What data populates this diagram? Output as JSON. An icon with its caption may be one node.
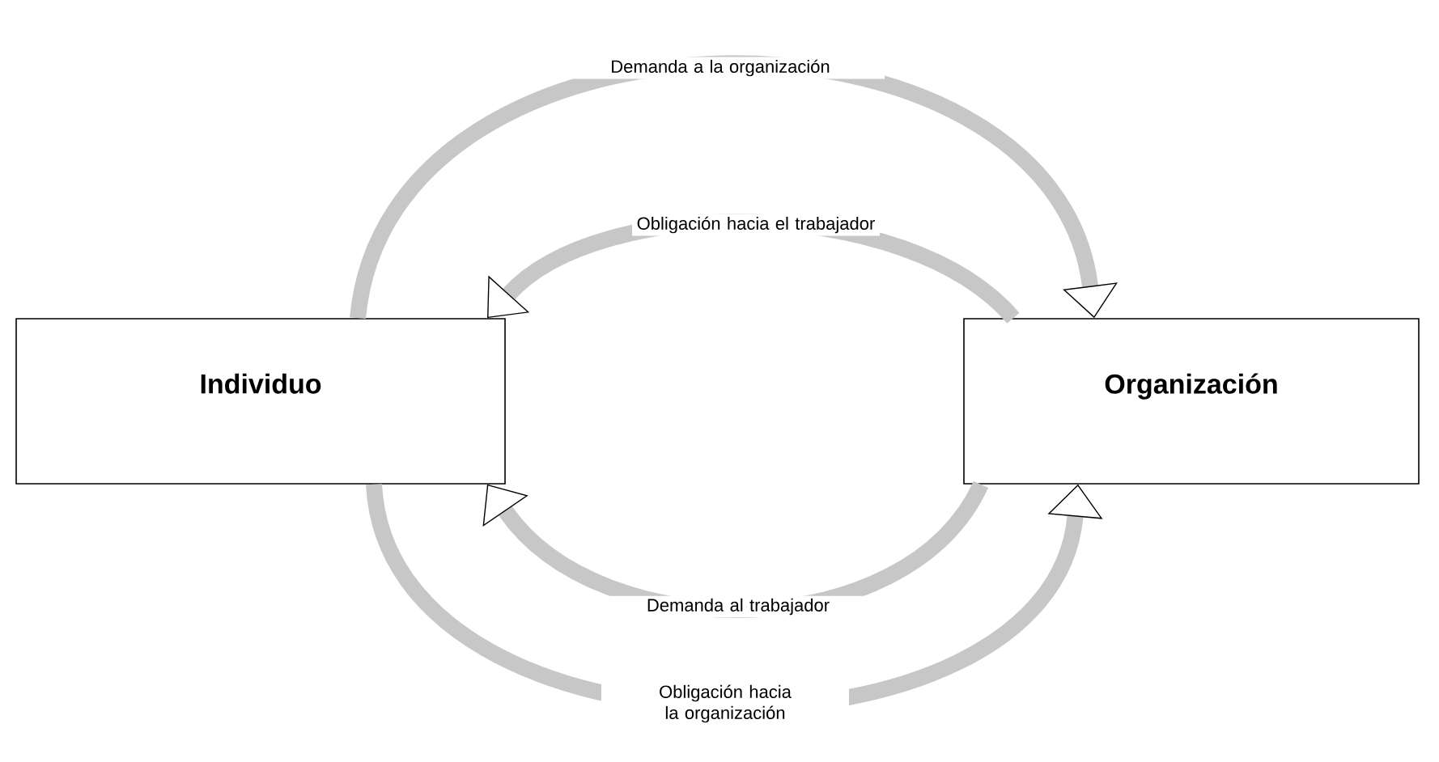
{
  "diagram": {
    "nodes": [
      {
        "text": [
          "Individuo"
        ]
      },
      {
        "text": [
          "Organización"
        ]
      }
    ],
    "edges": [
      {
        "from": 0,
        "to": 1,
        "arrow": "to",
        "label": "Demanda a la organización"
      },
      {
        "from": 1,
        "to": 0,
        "arrow": "to",
        "label": "Obligación hacia el trabajador"
      },
      {
        "from": 1,
        "to": 0,
        "arrow": "to",
        "label": "Demanda al trabajador"
      },
      {
        "from": 0,
        "to": 1,
        "arrow": "to",
        "label": "Obligación hacia la organización"
      }
    ]
  }
}
